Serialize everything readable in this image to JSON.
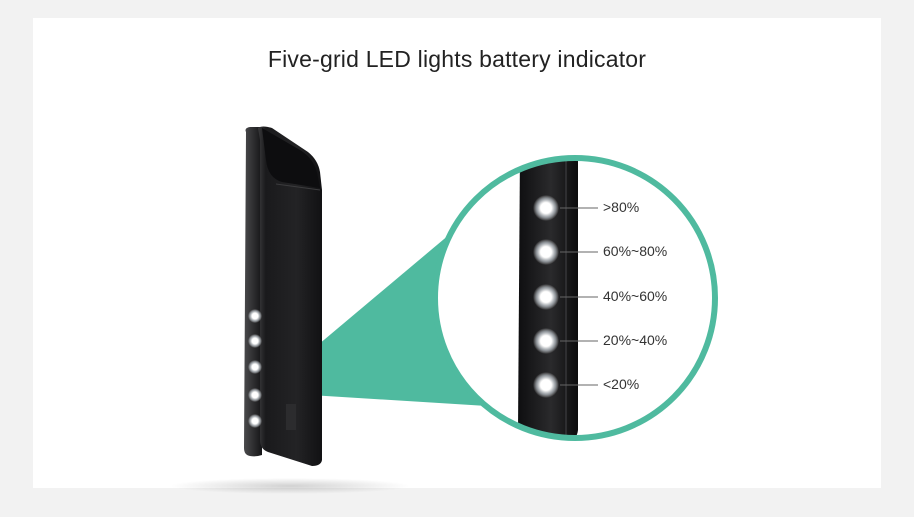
{
  "title": "Five-grid LED lights battery indicator",
  "levels": [
    {
      "label": ">80%"
    },
    {
      "label": "60%~80%"
    },
    {
      "label": "40%~60%"
    },
    {
      "label": "20%~40%"
    },
    {
      "label": "<20%"
    }
  ],
  "colors": {
    "accent": "#4fba9f",
    "device": "#1c1c1e",
    "led": "#ffffff",
    "background": "#f2f2f2",
    "panel": "#ffffff"
  },
  "icons": {
    "device": "battery-pack-device",
    "led": "led-light"
  }
}
